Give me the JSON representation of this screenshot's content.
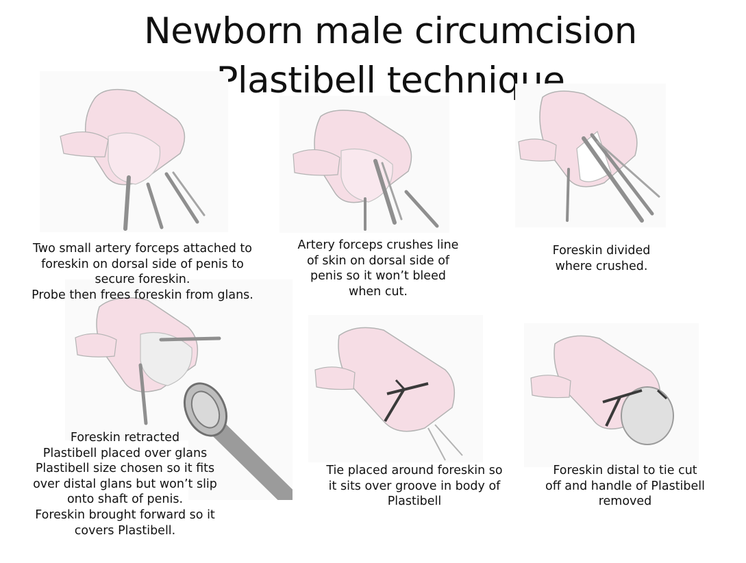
{
  "title": {
    "line1": "Newborn male circumcision",
    "line2": "Plastibell technique"
  },
  "steps": [
    {
      "lines": [
        "Two small artery forceps attached to",
        "foreskin on dorsal side of penis to",
        "secure foreskin.",
        "Probe then frees foreskin from glans."
      ]
    },
    {
      "lines": [
        "Artery forceps crushes line",
        "of skin on dorsal side of",
        "penis so it won’t bleed",
        "when cut."
      ]
    },
    {
      "lines": [
        "Foreskin divided",
        "where crushed."
      ]
    },
    {
      "lines": [
        "Foreskin retracted",
        "Plastibell placed over glans",
        "Plastibell size chosen so it fits",
        "over distal glans but won’t slip",
        "onto shaft of penis.",
        "Foreskin brought forward so it",
        "covers Plastibell."
      ]
    },
    {
      "lines": [
        "Tie placed around foreskin so",
        "it sits over groove in body of",
        "Plastibell"
      ]
    },
    {
      "lines": [
        "Foreskin distal to tie cut",
        "off and handle of Plastibell",
        "removed"
      ]
    }
  ],
  "colors": {
    "skin": "#f6dde5",
    "outline": "#b3b3b3",
    "instrument": "#8f8f8f",
    "tie": "#3a3a3a"
  }
}
